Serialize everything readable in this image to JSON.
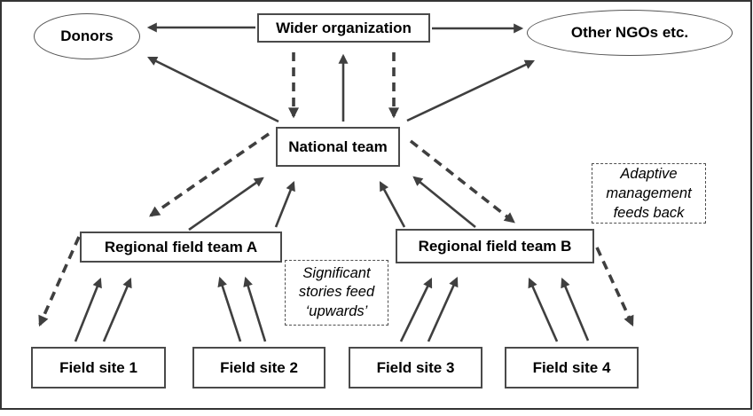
{
  "diagram": {
    "nodes": {
      "donors": {
        "label": "Donors",
        "shape": "ellipse"
      },
      "wider_org": {
        "label": "Wider organization",
        "shape": "rect"
      },
      "other_ngos": {
        "label": "Other NGOs etc.",
        "shape": "ellipse"
      },
      "national_team": {
        "label": "National team",
        "shape": "rect"
      },
      "regional_a": {
        "label": "Regional field team A",
        "shape": "rect"
      },
      "regional_b": {
        "label": "Regional field team B",
        "shape": "rect"
      },
      "field_site_1": {
        "label": "Field site 1",
        "shape": "rect"
      },
      "field_site_2": {
        "label": "Field site 2",
        "shape": "rect"
      },
      "field_site_3": {
        "label": "Field site 3",
        "shape": "rect"
      },
      "field_site_4": {
        "label": "Field site 4",
        "shape": "rect"
      }
    },
    "annotations": {
      "adaptive": "Adaptive management feeds back",
      "significant": "Significant stories feed ‘upwards’"
    },
    "edges": [
      {
        "from": "wider_org",
        "to": "donors",
        "style": "solid",
        "count": 1
      },
      {
        "from": "wider_org",
        "to": "other_ngos",
        "style": "solid",
        "count": 1
      },
      {
        "from": "national_team",
        "to": "wider_org",
        "style": "solid",
        "count": 1
      },
      {
        "from": "wider_org",
        "to": "national_team",
        "style": "dashed",
        "count": 2
      },
      {
        "from": "national_team",
        "to": "donors",
        "style": "solid",
        "count": 1
      },
      {
        "from": "national_team",
        "to": "other_ngos",
        "style": "solid",
        "count": 1
      },
      {
        "from": "regional_a",
        "to": "national_team",
        "style": "solid",
        "count": 2
      },
      {
        "from": "regional_b",
        "to": "national_team",
        "style": "solid",
        "count": 2
      },
      {
        "from": "national_team",
        "to": "regional_a",
        "style": "dashed",
        "count": 1
      },
      {
        "from": "national_team",
        "to": "regional_b",
        "style": "dashed",
        "count": 1
      },
      {
        "from": "field_site_1",
        "to": "regional_a",
        "style": "solid",
        "count": 2
      },
      {
        "from": "field_site_2",
        "to": "regional_a",
        "style": "solid",
        "count": 2
      },
      {
        "from": "field_site_3",
        "to": "regional_b",
        "style": "solid",
        "count": 2
      },
      {
        "from": "field_site_4",
        "to": "regional_b",
        "style": "solid",
        "count": 2
      },
      {
        "from": "regional_a",
        "to": "field_site_1",
        "style": "dashed",
        "count": 1
      },
      {
        "from": "regional_b",
        "to": "field_site_4",
        "style": "dashed",
        "count": 1
      }
    ],
    "colors": {
      "line": "#3f3f3f",
      "box_border": "#4a4a4a",
      "frame_border": "#343434",
      "text": "#000000",
      "background": "#ffffff"
    }
  }
}
